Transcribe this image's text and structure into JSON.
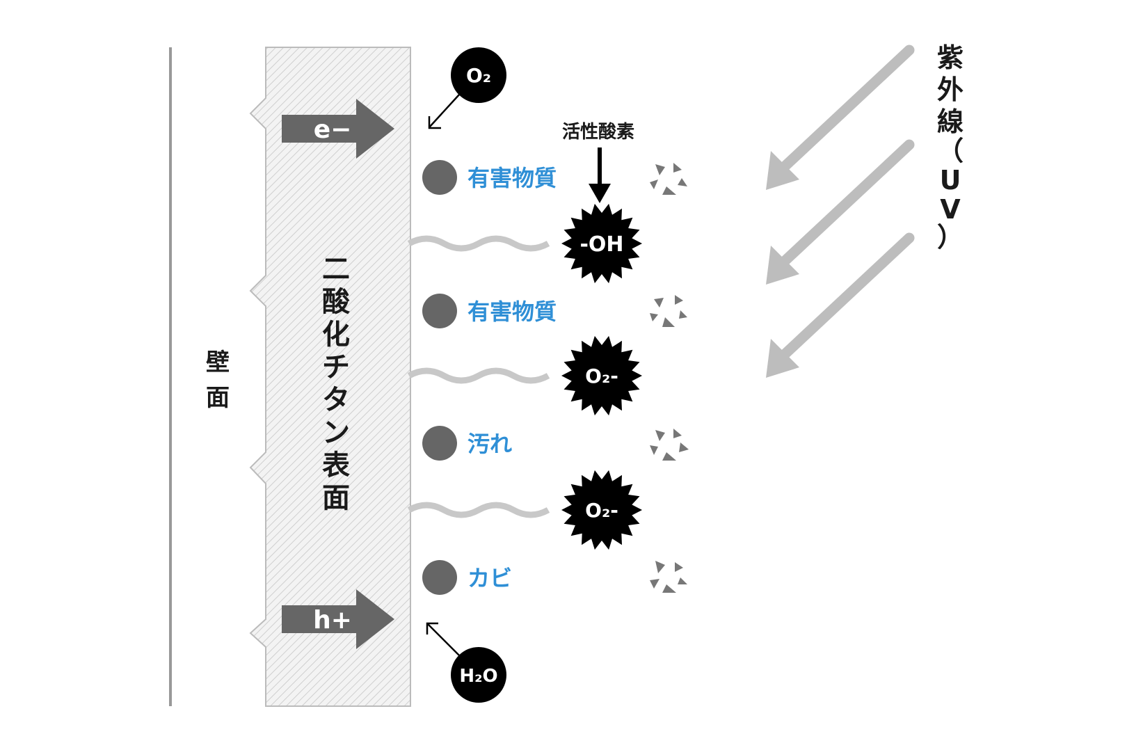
{
  "wall_label": [
    "壁",
    "面"
  ],
  "surface_label": [
    "二",
    "酸",
    "化",
    "チ",
    "タ",
    "ン",
    "表",
    "面"
  ],
  "uv_label": [
    "紫",
    "外",
    "線",
    "（",
    "U",
    "V",
    "）"
  ],
  "active_oxygen_label": "活性酸素",
  "electron": {
    "label": "e−",
    "molecule": "O₂"
  },
  "hole": {
    "label": "h+",
    "molecule": "H₂O"
  },
  "substances": [
    {
      "label": "有害物質"
    },
    {
      "label": "有害物質"
    },
    {
      "label": "汚れ"
    },
    {
      "label": "カビ"
    }
  ],
  "radicals": [
    "-OH",
    "O₂-",
    "O₂-"
  ],
  "colors": {
    "substance_label": "#2f8fd6",
    "arrow_gray": "#666666",
    "uv_arrow": "#bdbdbd",
    "radical": "#000000"
  }
}
